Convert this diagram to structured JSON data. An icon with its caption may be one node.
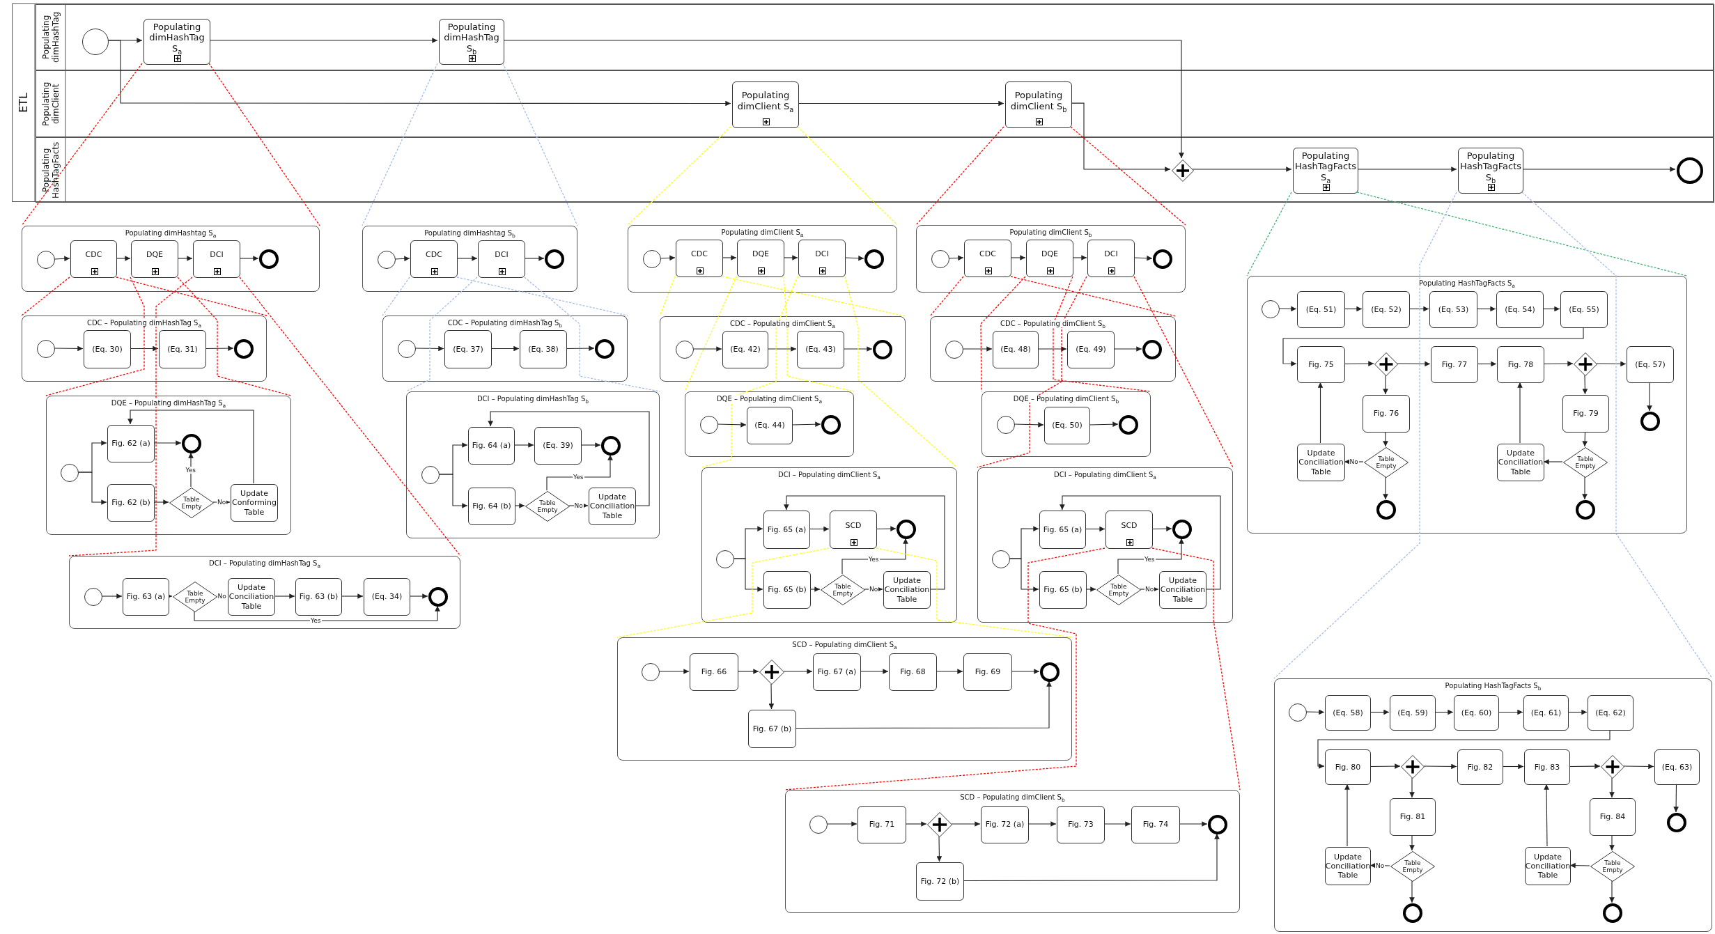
{
  "diagram": {
    "nodes": [
      {
        "text": [
          "ETL"
        ]
      },
      {
        "text": [
          "Populating dimHashTag"
        ],
        "in": 0
      },
      {
        "text": [
          "Populating dimClient"
        ],
        "in": 0
      },
      {
        "text": [
          "Populating HashTagFacts"
        ],
        "in": 0
      },
      {
        "text": [],
        "shape": "circle",
        "in": 1
      },
      {
        "text": [
          "Populating dimHashTag S$_{a}$"
        ],
        "in": 1
      },
      {
        "text": [
          "Populating dimHashTag S$_{b}$"
        ],
        "in": 1
      },
      {
        "text": [
          "Populating dimClient S$_{a}$"
        ],
        "in": 2
      },
      {
        "text": [
          "Populating dimClient S$_{b}$"
        ],
        "in": 2
      },
      {
        "text": [],
        "shape": "diamond",
        "in": 3
      },
      {
        "text": [
          "Populating HashTagFacts S$_{a}$"
        ],
        "in": 3
      },
      {
        "text": [
          "Populating HashTagFacts S$_{b}$"
        ],
        "in": 3
      },
      {
        "text": [],
        "shape": "circle",
        "in": 3
      },
      {
        "text": [
          "Populating dimHashtag S$_{a}$"
        ]
      },
      {
        "text": [],
        "shape": "circle",
        "in": 13
      },
      {
        "text": [
          "CDC"
        ],
        "in": 13
      },
      {
        "text": [
          "DQE"
        ],
        "in": 13
      },
      {
        "text": [
          "DCI"
        ],
        "in": 13
      },
      {
        "text": [],
        "shape": "circle",
        "in": 13
      },
      {
        "text": [
          "Populating dimHashtag S$_{b}$"
        ]
      },
      {
        "text": [],
        "shape": "circle",
        "in": 19
      },
      {
        "text": [
          "CDC"
        ],
        "in": 19
      },
      {
        "text": [
          "DCI"
        ],
        "in": 19
      },
      {
        "text": [],
        "shape": "circle",
        "in": 19
      },
      {
        "text": [
          "Populating dimClient S$_{a}$"
        ]
      },
      {
        "text": [],
        "shape": "circle",
        "in": 24
      },
      {
        "text": [
          "CDC"
        ],
        "in": 24
      },
      {
        "text": [
          "DQE"
        ],
        "in": 24
      },
      {
        "text": [
          "DCI"
        ],
        "in": 24
      },
      {
        "text": [],
        "shape": "circle",
        "in": 24
      },
      {
        "text": [
          "Populating dimClient S$_{b}$"
        ]
      },
      {
        "text": [],
        "shape": "circle",
        "in": 30
      },
      {
        "text": [
          "CDC"
        ],
        "in": 30
      },
      {
        "text": [
          "DQE"
        ],
        "in": 30
      },
      {
        "text": [
          "DCI"
        ],
        "in": 30
      },
      {
        "text": [],
        "shape": "circle",
        "in": 30
      },
      {
        "text": [
          "CDC – Populating dimHashTag S$_{a}$"
        ]
      },
      {
        "text": [],
        "shape": "circle",
        "in": 36
      },
      {
        "text": [
          "(Eq. 30)"
        ],
        "in": 36
      },
      {
        "text": [
          "(Eq. 31)"
        ],
        "in": 36
      },
      {
        "text": [],
        "shape": "circle",
        "in": 36
      },
      {
        "text": [
          "DQE – Populating dimHashTag S$_{a}$"
        ]
      },
      {
        "text": [],
        "shape": "circle",
        "in": 41
      },
      {
        "text": [
          "Fig. 62 (a)"
        ],
        "in": 41
      },
      {
        "text": [],
        "shape": "circle",
        "in": 41
      },
      {
        "text": [
          "Fig. 62 (b)"
        ],
        "in": 41
      },
      {
        "text": [
          "Table Empty"
        ],
        "in": 41
      },
      {
        "text": [
          "Update Conforming Table"
        ],
        "in": 41
      },
      {
        "text": [
          "DCI – Populating dimHashTag S$_{a}$"
        ]
      },
      {
        "text": [],
        "shape": "circle",
        "in": 48
      },
      {
        "text": [
          "Fig. 63 (a)"
        ],
        "in": 48
      },
      {
        "text": [
          "Table Empty"
        ],
        "in": 48
      },
      {
        "text": [
          "Update Conciliation Table"
        ],
        "in": 48
      },
      {
        "text": [
          "Fig. 63 (b)"
        ],
        "in": 48
      },
      {
        "text": [
          "(Eq. 34)"
        ],
        "in": 48
      },
      {
        "text": [],
        "shape": "circle",
        "in": 48
      },
      {
        "text": [
          "CDC – Populating dimHashTag S$_{b}$"
        ]
      },
      {
        "text": [],
        "shape": "circle",
        "in": 56
      },
      {
        "text": [
          "(Eq. 37)"
        ],
        "in": 56
      },
      {
        "text": [
          "(Eq. 38)"
        ],
        "in": 56
      },
      {
        "text": [],
        "shape": "circle",
        "in": 56
      },
      {
        "text": [
          "DCI – Populating dimHashTag S$_{b}$"
        ]
      },
      {
        "text": [],
        "shape": "circle",
        "in": 61
      },
      {
        "text": [
          "Fig. 64 (a)"
        ],
        "in": 61
      },
      {
        "text": [
          "(Eq. 39)"
        ],
        "in": 61
      },
      {
        "text": [],
        "shape": "circle",
        "in": 61
      },
      {
        "text": [
          "Fig. 64 (b)"
        ],
        "in": 61
      },
      {
        "text": [
          "Table Empty"
        ],
        "in": 61
      },
      {
        "text": [
          "Update Conciliation Table"
        ],
        "in": 61
      },
      {
        "text": [
          "CDC – Populating dimClient S$_{a}$"
        ]
      },
      {
        "text": [],
        "shape": "circle",
        "in": 69
      },
      {
        "text": [
          "(Eq. 42)"
        ],
        "in": 69
      },
      {
        "text": [
          "(Eq. 43)"
        ],
        "in": 69
      },
      {
        "text": [],
        "shape": "circle",
        "in": 69
      },
      {
        "text": [
          "DQE – Populating dimClient S$_{a}$"
        ]
      },
      {
        "text": [],
        "shape": "circle",
        "in": 74
      },
      {
        "text": [
          "(Eq. 44)"
        ],
        "in": 74
      },
      {
        "text": [],
        "shape": "circle",
        "in": 74
      },
      {
        "text": [
          "DCI – Populating dimClient S$_{a}$"
        ]
      },
      {
        "text": [],
        "shape": "circle",
        "in": 78
      },
      {
        "text": [
          "Fig. 65 (a)"
        ],
        "in": 78
      },
      {
        "text": [
          "SCD"
        ],
        "in": 78
      },
      {
        "text": [],
        "shape": "circle",
        "in": 78
      },
      {
        "text": [
          "Fig. 65 (b)"
        ],
        "in": 78
      },
      {
        "text": [
          "Table Empty"
        ],
        "in": 78
      },
      {
        "text": [
          "Update Conciliation Table"
        ],
        "in": 78
      },
      {
        "text": [
          "CDC – Populating dimClient S$_{b}$"
        ]
      },
      {
        "text": [],
        "shape": "circle",
        "in": 86
      },
      {
        "text": [
          "(Eq. 48)"
        ],
        "in": 86
      },
      {
        "text": [
          "(Eq. 49)"
        ],
        "in": 86
      },
      {
        "text": [],
        "shape": "circle",
        "in": 86
      },
      {
        "text": [
          "DQE – Populating dimClient S$_{b}$"
        ]
      },
      {
        "text": [],
        "shape": "circle",
        "in": 91
      },
      {
        "text": [
          "(Eq. 50)"
        ],
        "in": 91
      },
      {
        "text": [],
        "shape": "circle",
        "in": 91
      },
      {
        "text": [
          "DCI – Populating dimClient S$_{a}$"
        ]
      },
      {
        "text": [],
        "shape": "circle",
        "in": 95
      },
      {
        "text": [
          "Fig. 65 (a)"
        ],
        "in": 95
      },
      {
        "text": [
          "SCD"
        ],
        "in": 95
      },
      {
        "text": [],
        "shape": "circle",
        "in": 95
      },
      {
        "text": [
          "Fig. 65 (b)"
        ],
        "in": 95
      },
      {
        "text": [
          "Table Empty"
        ],
        "in": 95
      },
      {
        "text": [
          "Update Conciliation Table"
        ],
        "in": 95
      },
      {
        "text": [
          "SCD – Populating dimClient S$_{a}$"
        ]
      },
      {
        "text": [],
        "shape": "circle",
        "in": 103
      },
      {
        "text": [
          "Fig. 66"
        ],
        "in": 103
      },
      {
        "text": [],
        "shape": "diamond",
        "in": 103
      },
      {
        "text": [
          "Fig. 67 (a)"
        ],
        "in": 103
      },
      {
        "text": [
          "Fig. 68"
        ],
        "in": 103
      },
      {
        "text": [
          "Fig. 69"
        ],
        "in": 103
      },
      {
        "text": [],
        "shape": "circle",
        "in": 103
      },
      {
        "text": [
          "Fig. 67 (b)"
        ],
        "in": 103
      },
      {
        "text": [
          "SCD – Populating dimClient S$_{b}$"
        ]
      },
      {
        "text": [],
        "shape": "circle",
        "in": 112
      },
      {
        "text": [
          "Fig. 71"
        ],
        "in": 112
      },
      {
        "text": [],
        "shape": "diamond",
        "in": 112
      },
      {
        "text": [
          "Fig. 72 (a)"
        ],
        "in": 112
      },
      {
        "text": [
          "Fig. 73"
        ],
        "in": 112
      },
      {
        "text": [
          "Fig. 74"
        ],
        "in": 112
      },
      {
        "text": [],
        "shape": "circle",
        "in": 112
      },
      {
        "text": [
          "Fig. 72 (b)"
        ],
        "in": 112
      },
      {
        "text": [
          "Populating HashTagFacts S$_{a}$"
        ]
      },
      {
        "text": [],
        "shape": "circle",
        "in": 121
      },
      {
        "text": [
          "(Eq. 51)"
        ],
        "in": 121
      },
      {
        "text": [
          "(Eq. 52)"
        ],
        "in": 121
      },
      {
        "text": [
          "(Eq. 53)"
        ],
        "in": 121
      },
      {
        "text": [
          "(Eq. 54)"
        ],
        "in": 121
      },
      {
        "text": [
          "(Eq. 55)"
        ],
        "in": 121
      },
      {
        "text": [
          "Fig. 75"
        ],
        "in": 121
      },
      {
        "text": [],
        "shape": "diamond",
        "in": 121
      },
      {
        "text": [
          "Fig. 77"
        ],
        "in": 121
      },
      {
        "text": [
          "Fig. 78"
        ],
        "in": 121
      },
      {
        "text": [],
        "shape": "diamond",
        "in": 121
      },
      {
        "text": [
          "(Eq. 57)"
        ],
        "in": 121
      },
      {
        "text": [
          "Fig. 76"
        ],
        "in": 121
      },
      {
        "text": [
          "Fig. 79"
        ],
        "in": 121
      },
      {
        "text": [],
        "shape": "circle",
        "in": 121
      },
      {
        "text": [
          "Update Conciliation Table"
        ],
        "in": 121
      },
      {
        "text": [
          "Table Empty"
        ],
        "in": 121
      },
      {
        "text": [
          "Update Conciliation Table"
        ],
        "in": 121
      },
      {
        "text": [
          "Table Empty"
        ],
        "in": 121
      },
      {
        "text": [],
        "shape": "circle",
        "in": 121
      },
      {
        "text": [],
        "shape": "circle",
        "in": 121
      },
      {
        "text": [
          "Populating HashTagFacts S$_{b}$"
        ]
      },
      {
        "text": [],
        "shape": "circle",
        "in": 143
      },
      {
        "text": [
          "(Eq. 58)"
        ],
        "in": 143
      },
      {
        "text": [
          "(Eq. 59)"
        ],
        "in": 143
      },
      {
        "text": [
          "(Eq. 60)"
        ],
        "in": 143
      },
      {
        "text": [
          "(Eq. 61)"
        ],
        "in": 143
      },
      {
        "text": [
          "(Eq. 62)"
        ],
        "in": 143
      },
      {
        "text": [
          "Fig. 80"
        ],
        "in": 143
      },
      {
        "text": [],
        "shape": "diamond",
        "in": 143
      },
      {
        "text": [
          "Fig. 82"
        ],
        "in": 143
      },
      {
        "text": [
          "Fig. 83"
        ],
        "in": 143
      },
      {
        "text": [],
        "shape": "diamond",
        "in": 143
      },
      {
        "text": [
          "(Eq. 63)"
        ],
        "in": 143
      },
      {
        "text": [
          "Fig. 81"
        ],
        "in": 143
      },
      {
        "text": [
          "Fig. 84"
        ],
        "in": 143
      },
      {
        "text": [],
        "shape": "circle",
        "in": 143
      },
      {
        "text": [
          "Update Conciliation Table"
        ],
        "in": 143
      },
      {
        "text": [
          "Table Empty"
        ],
        "in": 143
      },
      {
        "text": [
          "Update Conciliation Table"
        ],
        "in": 143
      },
      {
        "text": [
          "Table Empty"
        ],
        "in": 143
      },
      {
        "text": [],
        "shape": "circle",
        "in": 143
      },
      {
        "text": [],
        "shape": "circle",
        "in": 143
      }
    ],
    "edges": [
      {
        "from": 4,
        "to": 5,
        "arrow": "to"
      },
      {
        "from": 4,
        "to": 7,
        "arrow": "to"
      },
      {
        "from": 5,
        "to": 6,
        "arrow": "to"
      },
      {
        "from": 6,
        "to": 9,
        "arrow": "to"
      },
      {
        "from": 7,
        "to": 8,
        "arrow": "to"
      },
      {
        "from": 8,
        "to": 9,
        "arrow": "to"
      },
      {
        "from": 9,
        "to": 10,
        "arrow": "to"
      },
      {
        "from": 10,
        "to": 11,
        "arrow": "to"
      },
      {
        "from": 11,
        "to": 12,
        "arrow": "to"
      },
      {
        "from": 14,
        "to": 15,
        "arrow": "to"
      },
      {
        "from": 15,
        "to": 16,
        "arrow": "to"
      },
      {
        "from": 16,
        "to": 17,
        "arrow": "to"
      },
      {
        "from": 17,
        "to": 18,
        "arrow": "to"
      },
      {
        "from": 20,
        "to": 21,
        "arrow": "to"
      },
      {
        "from": 21,
        "to": 22,
        "arrow": "to"
      },
      {
        "from": 22,
        "to": 23,
        "arrow": "to"
      },
      {
        "from": 25,
        "to": 26,
        "arrow": "to"
      },
      {
        "from": 26,
        "to": 27,
        "arrow": "to"
      },
      {
        "from": 27,
        "to": 28,
        "arrow": "to"
      },
      {
        "from": 28,
        "to": 29,
        "arrow": "to"
      },
      {
        "from": 31,
        "to": 32,
        "arrow": "to"
      },
      {
        "from": 32,
        "to": 33,
        "arrow": "to"
      },
      {
        "from": 33,
        "to": 34,
        "arrow": "to"
      },
      {
        "from": 34,
        "to": 35,
        "arrow": "to"
      },
      {
        "from": 37,
        "to": 38,
        "arrow": "to"
      },
      {
        "from": 38,
        "to": 39,
        "arrow": "to"
      },
      {
        "from": 39,
        "to": 40,
        "arrow": "to"
      },
      {
        "from": 42,
        "to": 43,
        "arrow": "to"
      },
      {
        "from": 42,
        "to": 45,
        "arrow": "to"
      },
      {
        "from": 43,
        "to": 44,
        "arrow": "to"
      },
      {
        "from": 45,
        "to": 46,
        "arrow": "to"
      },
      {
        "from": 46,
        "to": 44,
        "arrow": "to",
        "label": "Yes"
      },
      {
        "from": 46,
        "to": 47,
        "arrow": "to",
        "label": "No"
      },
      {
        "from": 47,
        "to": 43,
        "arrow": "to"
      },
      {
        "from": 49,
        "to": 50,
        "arrow": "to"
      },
      {
        "from": 50,
        "to": 51,
        "arrow": "to"
      },
      {
        "from": 51,
        "to": 52,
        "arrow": "to",
        "label": "No"
      },
      {
        "from": 52,
        "to": 53,
        "arrow": "to"
      },
      {
        "from": 53,
        "to": 54,
        "arrow": "to"
      },
      {
        "from": 54,
        "to": 55,
        "arrow": "to"
      },
      {
        "from": 51,
        "to": 55,
        "arrow": "to",
        "label": "Yes"
      },
      {
        "from": 57,
        "to": 58,
        "arrow": "to"
      },
      {
        "from": 58,
        "to": 59,
        "arrow": "to"
      },
      {
        "from": 59,
        "to": 60,
        "arrow": "to"
      },
      {
        "from": 62,
        "to": 63,
        "arrow": "to"
      },
      {
        "from": 62,
        "to": 66,
        "arrow": "to"
      },
      {
        "from": 63,
        "to": 64,
        "arrow": "to"
      },
      {
        "from": 64,
        "to": 65,
        "arrow": "to"
      },
      {
        "from": 66,
        "to": 67,
        "arrow": "to"
      },
      {
        "from": 67,
        "to": 65,
        "arrow": "to",
        "label": "Yes"
      },
      {
        "from": 67,
        "to": 68,
        "arrow": "to",
        "label": "No"
      },
      {
        "from": 68,
        "to": 63,
        "arrow": "to"
      },
      {
        "from": 70,
        "to": 71,
        "arrow": "to"
      },
      {
        "from": 71,
        "to": 72,
        "arrow": "to"
      },
      {
        "from": 72,
        "to": 73,
        "arrow": "to"
      },
      {
        "from": 75,
        "to": 76,
        "arrow": "to"
      },
      {
        "from": 76,
        "to": 77,
        "arrow": "to"
      },
      {
        "from": 79,
        "to": 80,
        "arrow": "to"
      },
      {
        "from": 79,
        "to": 83,
        "arrow": "to"
      },
      {
        "from": 80,
        "to": 81,
        "arrow": "to"
      },
      {
        "from": 81,
        "to": 82,
        "arrow": "to"
      },
      {
        "from": 83,
        "to": 84,
        "arrow": "to"
      },
      {
        "from": 84,
        "to": 82,
        "arrow": "to",
        "label": "Yes"
      },
      {
        "from": 84,
        "to": 85,
        "arrow": "to",
        "label": "No"
      },
      {
        "from": 85,
        "to": 80,
        "arrow": "to"
      },
      {
        "from": 87,
        "to": 88,
        "arrow": "to"
      },
      {
        "from": 88,
        "to": 89,
        "arrow": "to"
      },
      {
        "from": 89,
        "to": 90,
        "arrow": "to"
      },
      {
        "from": 92,
        "to": 93,
        "arrow": "to"
      },
      {
        "from": 93,
        "to": 94,
        "arrow": "to"
      },
      {
        "from": 96,
        "to": 97,
        "arrow": "to"
      },
      {
        "from": 96,
        "to": 100,
        "arrow": "to"
      },
      {
        "from": 97,
        "to": 98,
        "arrow": "to"
      },
      {
        "from": 98,
        "to": 99,
        "arrow": "to"
      },
      {
        "from": 100,
        "to": 101,
        "arrow": "to"
      },
      {
        "from": 101,
        "to": 99,
        "arrow": "to",
        "label": "Yes"
      },
      {
        "from": 101,
        "to": 102,
        "arrow": "to",
        "label": "No"
      },
      {
        "from": 102,
        "to": 97,
        "arrow": "to"
      },
      {
        "from": 104,
        "to": 105,
        "arrow": "to"
      },
      {
        "from": 105,
        "to": 106,
        "arrow": "to"
      },
      {
        "from": 106,
        "to": 107,
        "arrow": "to"
      },
      {
        "from": 107,
        "to": 108,
        "arrow": "to"
      },
      {
        "from": 108,
        "to": 109,
        "arrow": "to"
      },
      {
        "from": 109,
        "to": 110,
        "arrow": "to"
      },
      {
        "from": 106,
        "to": 111,
        "arrow": "to"
      },
      {
        "from": 111,
        "to": 110,
        "arrow": "to"
      },
      {
        "from": 113,
        "to": 114,
        "arrow": "to"
      },
      {
        "from": 114,
        "to": 115,
        "arrow": "to"
      },
      {
        "from": 115,
        "to": 116,
        "arrow": "to"
      },
      {
        "from": 116,
        "to": 117,
        "arrow": "to"
      },
      {
        "from": 117,
        "to": 118,
        "arrow": "to"
      },
      {
        "from": 118,
        "to": 119,
        "arrow": "to"
      },
      {
        "from": 115,
        "to": 120,
        "arrow": "to"
      },
      {
        "from": 120,
        "to": 119,
        "arrow": "to"
      },
      {
        "from": 122,
        "to": 123,
        "arrow": "to"
      },
      {
        "from": 123,
        "to": 124,
        "arrow": "to"
      },
      {
        "from": 124,
        "to": 125,
        "arrow": "to"
      },
      {
        "from": 125,
        "to": 126,
        "arrow": "to"
      },
      {
        "from": 126,
        "to": 127,
        "arrow": "to"
      },
      {
        "from": 127,
        "to": 128,
        "arrow": "to"
      },
      {
        "from": 128,
        "to": 129,
        "arrow": "to"
      },
      {
        "from": 129,
        "to": 130,
        "arrow": "to"
      },
      {
        "from": 130,
        "to": 131,
        "arrow": "to"
      },
      {
        "from": 131,
        "to": 132,
        "arrow": "to"
      },
      {
        "from": 132,
        "to": 133,
        "arrow": "to"
      },
      {
        "from": 133,
        "to": 136,
        "arrow": "to"
      },
      {
        "from": 129,
        "to": 134,
        "arrow": "to"
      },
      {
        "from": 134,
        "to": 138,
        "arrow": "to"
      },
      {
        "from": 138,
        "to": 137,
        "arrow": "to",
        "label": "No"
      },
      {
        "from": 138,
        "to": 141,
        "arrow": "to"
      },
      {
        "from": 137,
        "to": 128,
        "arrow": "to"
      },
      {
        "from": 132,
        "to": 135,
        "arrow": "to"
      },
      {
        "from": 135,
        "to": 140,
        "arrow": "to"
      },
      {
        "from": 140,
        "to": 139,
        "arrow": "to"
      },
      {
        "from": 140,
        "to": 142,
        "arrow": "to"
      },
      {
        "from": 139,
        "to": 131,
        "arrow": "to"
      },
      {
        "from": 144,
        "to": 145,
        "arrow": "to"
      },
      {
        "from": 145,
        "to": 146,
        "arrow": "to"
      },
      {
        "from": 146,
        "to": 147,
        "arrow": "to"
      },
      {
        "from": 147,
        "to": 148,
        "arrow": "to"
      },
      {
        "from": 148,
        "to": 149,
        "arrow": "to"
      },
      {
        "from": 149,
        "to": 150,
        "arrow": "to"
      },
      {
        "from": 150,
        "to": 151,
        "arrow": "to"
      },
      {
        "from": 151,
        "to": 152,
        "arrow": "to"
      },
      {
        "from": 152,
        "to": 153,
        "arrow": "to"
      },
      {
        "from": 153,
        "to": 154,
        "arrow": "to"
      },
      {
        "from": 154,
        "to": 155,
        "arrow": "to"
      },
      {
        "from": 155,
        "to": 158,
        "arrow": "to"
      },
      {
        "from": 151,
        "to": 156,
        "arrow": "to"
      },
      {
        "from": 156,
        "to": 160,
        "arrow": "to"
      },
      {
        "from": 160,
        "to": 159,
        "arrow": "to",
        "label": "No"
      },
      {
        "from": 160,
        "to": 163,
        "arrow": "to"
      },
      {
        "from": 159,
        "to": 150,
        "arrow": "to"
      },
      {
        "from": 154,
        "to": 157,
        "arrow": "to"
      },
      {
        "from": 157,
        "to": 162,
        "arrow": "to"
      },
      {
        "from": 162,
        "to": 161,
        "arrow": "to"
      },
      {
        "from": 162,
        "to": 164,
        "arrow": "to"
      },
      {
        "from": 161,
        "to": 153,
        "arrow": "to"
      },
      {
        "from": 5,
        "to": 13,
        "arrow": "none",
        "style": "dashed",
        "color": "#ff0000"
      },
      {
        "from": 5,
        "to": 13,
        "arrow": "none",
        "style": "dashed",
        "color": "#ff0000"
      },
      {
        "from": 6,
        "to": 19,
        "arrow": "none",
        "style": "dashed",
        "color": "#a4bde6"
      },
      {
        "from": 6,
        "to": 19,
        "arrow": "none",
        "style": "dashed",
        "color": "#a4bde6"
      },
      {
        "from": 7,
        "to": 24,
        "arrow": "none",
        "style": "dashed",
        "color": "#ffff00"
      },
      {
        "from": 7,
        "to": 24,
        "arrow": "none",
        "style": "dashed",
        "color": "#ffff00"
      },
      {
        "from": 8,
        "to": 30,
        "arrow": "none",
        "style": "dashed",
        "color": "#ff0000"
      },
      {
        "from": 8,
        "to": 30,
        "arrow": "none",
        "style": "dashed",
        "color": "#ff0000"
      },
      {
        "from": 10,
        "to": 121,
        "arrow": "none",
        "style": "dashed",
        "color": "#3cb371"
      },
      {
        "from": 10,
        "to": 121,
        "arrow": "none",
        "style": "dashed",
        "color": "#3cb371"
      },
      {
        "from": 11,
        "to": 143,
        "arrow": "none",
        "style": "dashed",
        "color": "#a4bde6"
      },
      {
        "from": 11,
        "to": 143,
        "arrow": "none",
        "style": "dashed",
        "color": "#a4bde6"
      },
      {
        "from": 15,
        "to": 36,
        "arrow": "none",
        "style": "dashed",
        "color": "#ff0000"
      },
      {
        "from": 15,
        "to": 36,
        "arrow": "none",
        "style": "dashed",
        "color": "#ff0000"
      },
      {
        "from": 16,
        "to": 41,
        "arrow": "none",
        "style": "dashed",
        "color": "#ff0000"
      },
      {
        "from": 16,
        "to": 41,
        "arrow": "none",
        "style": "dashed",
        "color": "#ff0000"
      },
      {
        "from": 17,
        "to": 48,
        "arrow": "none",
        "style": "dashed",
        "color": "#ff0000"
      },
      {
        "from": 17,
        "to": 48,
        "arrow": "none",
        "style": "dashed",
        "color": "#ff0000"
      },
      {
        "from": 21,
        "to": 56,
        "arrow": "none",
        "style": "dashed",
        "color": "#a4bde6"
      },
      {
        "from": 21,
        "to": 56,
        "arrow": "none",
        "style": "dashed",
        "color": "#a4bde6"
      },
      {
        "from": 22,
        "to": 61,
        "arrow": "none",
        "style": "dashed",
        "color": "#a4bde6"
      },
      {
        "from": 22,
        "to": 61,
        "arrow": "none",
        "style": "dashed",
        "color": "#a4bde6"
      },
      {
        "from": 26,
        "to": 69,
        "arrow": "none",
        "style": "dashed",
        "color": "#ffff00"
      },
      {
        "from": 26,
        "to": 69,
        "arrow": "none",
        "style": "dashed",
        "color": "#ffff00"
      },
      {
        "from": 27,
        "to": 74,
        "arrow": "none",
        "style": "dashed",
        "color": "#ffff00"
      },
      {
        "from": 27,
        "to": 74,
        "arrow": "none",
        "style": "dashed",
        "color": "#ffff00"
      },
      {
        "from": 28,
        "to": 78,
        "arrow": "none",
        "style": "dashed",
        "color": "#ffff00"
      },
      {
        "from": 28,
        "to": 78,
        "arrow": "none",
        "style": "dashed",
        "color": "#ffff00"
      },
      {
        "from": 32,
        "to": 86,
        "arrow": "none",
        "style": "dashed",
        "color": "#ff0000"
      },
      {
        "from": 32,
        "to": 86,
        "arrow": "none",
        "style": "dashed",
        "color": "#ff0000"
      },
      {
        "from": 33,
        "to": 91,
        "arrow": "none",
        "style": "dashed",
        "color": "#ff0000"
      },
      {
        "from": 33,
        "to": 91,
        "arrow": "none",
        "style": "dashed",
        "color": "#ff0000"
      },
      {
        "from": 34,
        "to": 95,
        "arrow": "none",
        "style": "dashed",
        "color": "#ff0000"
      },
      {
        "from": 34,
        "to": 95,
        "arrow": "none",
        "style": "dashed",
        "color": "#ff0000"
      },
      {
        "from": 81,
        "to": 103,
        "arrow": "none",
        "style": "dashed",
        "color": "#ffff00"
      },
      {
        "from": 81,
        "to": 103,
        "arrow": "none",
        "style": "dashed",
        "color": "#ffff00"
      },
      {
        "from": 98,
        "to": 112,
        "arrow": "none",
        "style": "dashed",
        "color": "#ff0000"
      },
      {
        "from": 98,
        "to": 112,
        "arrow": "none",
        "style": "dashed",
        "color": "#ff0000"
      }
    ]
  }
}
